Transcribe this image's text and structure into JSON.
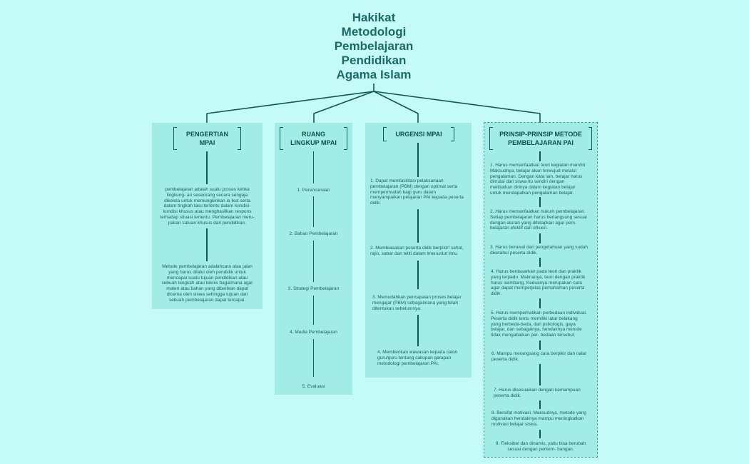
{
  "title": {
    "lines": [
      "Hakikat",
      "Metodologi",
      "Pembelajaran",
      "Pendidikan",
      "Agama Islam"
    ]
  },
  "panels": {
    "pengertian": {
      "header": [
        "PENGERTIAN",
        "MPAI"
      ],
      "items": [
        [
          "pembelajaran adalah suatu proses ketika",
          "lingkung- an seseorang secara sengaja",
          "dikelola untuk memungkinkan ia ikut serta",
          "dalam tingkah laku tertentu dalam kondisi-",
          "kondisi khusus atau menghasilkan respons",
          "terhadap situasi tertentu. Pembelajaran meru-",
          "pakan satuan khusus dari pendidikan."
        ],
        [
          "Metode pembelajaran adalahcara atau jalan",
          "yang harus dilalui oleh pendidik untuk",
          "mencapai suatu tujuan pendidikan atau",
          "sebuah langkah atau teknis bagaimana agar",
          "materi atau bahan yang diberikan dapat",
          "dicerna oleh siswa sehingga tujuan dari",
          "sebuah pembelajaran dapat tercapai."
        ]
      ]
    },
    "ruang_lingkup": {
      "header": [
        "RUANG",
        "LINGKUP MPAI"
      ],
      "items": [
        "1. Perencanaan",
        "2. Bahan Pembelajaran",
        "3. Strategi Pembelajaran",
        "4. Media Pembelajaran",
        "5. Evaluasi"
      ]
    },
    "urgensi": {
      "header": [
        "URGENSI MPAI"
      ],
      "items": [
        [
          "1. Dapat memfasilitasi pelaksanaan",
          "pembelajaran (PBM) dengan optimal serta",
          "mempermudah bagi guru dalam",
          "menyampaikan pelajaran PAI kepada peserta",
          "didik."
        ],
        [
          "2. Membiasakan peserta didik berpikir! sehat,",
          "rajin, sabar dan teliti dalam lmenuntut ilmu."
        ],
        [
          "3. Memudahkan pencapaian proses belajar",
          "mengajar (PBM) sebagaimana yang telah",
          "ditentukan sebelumnya."
        ],
        [
          "4. Memberikan wawasan kepada calon",
          "guru/guru tentang cakupan garapan",
          "metodologi pembelajaran PAI."
        ]
      ]
    },
    "prinsip": {
      "header": [
        "PRINSIP-PRINSIP METODE",
        "PEMBELAJARAN PAI"
      ],
      "items": [
        [
          "1. Harus memanfaatkan teori kegiatan mandiri.",
          "Maksudnya, belajar akan terwujud melalui",
          "pengalaman. Dengan kata lain, belajar harus",
          "dimulai dari siswa itu sendiri dengan",
          "melibatkan dirinya dalam kegiatan belajar",
          "untuk mendapatkan pengalaman belajar."
        ],
        [
          "2. Harus memanfaatkan hukum pembelajaran.",
          "Setiap pembelajaran harus berlangsung sesuai",
          "dengan aturan yang ditetapkan agar pem-",
          "belajaran efektif dan efisien."
        ],
        [
          "3. Harus berawal dari pengetahuan yang sudah",
          "diketahui peserta didik."
        ],
        [
          "4. Harus berdasarkan pada teori dan praktik",
          "yang terpadu. Maknanya, teori dengan praktik",
          "harus seimbang. Keduanya merupakan cara",
          "agar dapat memperjelas pemahaman peserta",
          "didik."
        ],
        [
          "5. Harus memperhatikan perbedaan individual.",
          "Peserta didik tentu memiliki latar belakang",
          "yang berbeda-beda, dari psikologis, gaya",
          "belajar, dan sebagainya, hendaknya metode",
          "tidak mengabaikan per- bedaan tersebut."
        ],
        [
          "6. Mampu merangsang cara berpikir dan nalar",
          "peserta didik."
        ],
        [
          "7. Harus disesuaikan dengan kemampuan",
          "peserta didik."
        ],
        [
          "8. Bersifat motivasi. Maksudnya, metode yang",
          "digunakan hendaknya mampu meningkatkan",
          "motivasi belajar siswa."
        ],
        [
          "9. Fleksibel dan dinamis, yaitu bisa berubah",
          "sesuai dengan perkem- bangan."
        ]
      ]
    }
  },
  "colors": {
    "background": "#c4fbf6",
    "panel": "#a2ece6",
    "line": "#105755",
    "title": "#1a6b68",
    "heading": "#0e4f4d",
    "text": "#225f5d",
    "selection_outline": "#3f9c97"
  }
}
